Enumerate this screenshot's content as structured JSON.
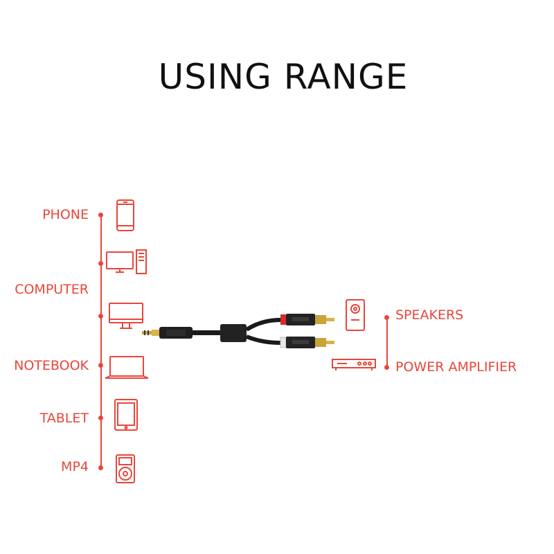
{
  "title": "USING RANGE",
  "left_devices": [
    {
      "label": "PHONE",
      "icon": "phone-icon"
    },
    {
      "label": "COMPUTER",
      "icon": "desktop-tower-icon"
    },
    {
      "label": "NOTEBOOK",
      "icon": "laptop-icon"
    },
    {
      "label": "TABLET",
      "icon": "tablet-icon"
    },
    {
      "label": "MP4",
      "icon": "mp4-player-icon"
    }
  ],
  "right_devices": [
    {
      "label": "SPEAKERS",
      "icon": "speaker-icon"
    },
    {
      "label": "POWER AMPLIFIER",
      "icon": "amplifier-icon"
    }
  ],
  "colors": {
    "accent": "#e8463a",
    "title": "#111111",
    "cable": "#1a1a1a",
    "rca_red": "#d62c2c",
    "gold": "#c9a43a"
  }
}
